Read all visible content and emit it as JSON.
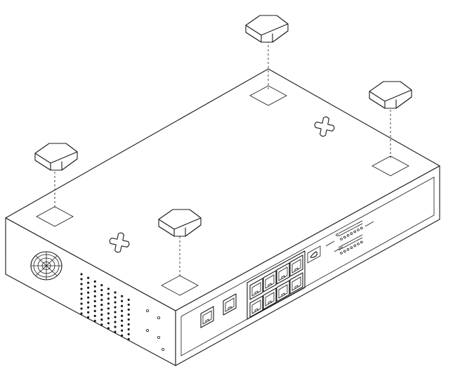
{
  "diagram": {
    "subject": "network-switch-rubber-feet-installation",
    "feet_count": 4,
    "rj45_port_count": 10,
    "labels": []
  }
}
